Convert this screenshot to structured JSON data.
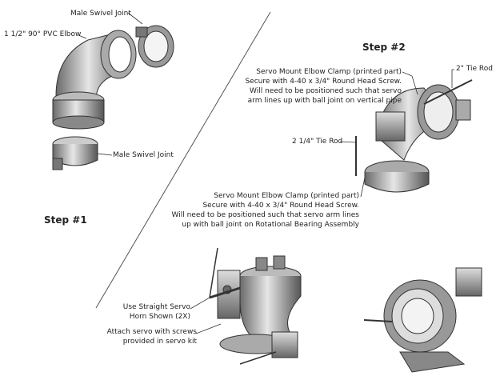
{
  "step1": {
    "title": "Step #1",
    "labels": {
      "male_swivel_top": "Male Swivel Joint",
      "pvc_elbow": "1 1/2\" 90° PVC Elbow",
      "male_swivel_bottom": "Male Swivel Joint"
    }
  },
  "step2": {
    "title": "Step #2",
    "clamp_note_upper": [
      "Servo Mount Elbow Clamp (printed part)",
      "Secure with 4-40 x 3/4\" Round Head Screw.",
      "Will need to be positioned such that servo",
      "arm lines up with ball joint on vertical pipe"
    ],
    "tie_rod_2in": "2\" Tie Rod",
    "tie_rod_2_25in": "2 1/4\" Tie Rod",
    "clamp_note_lower": [
      "Servo Mount Elbow Clamp (printed part)",
      "Secure with 4-40 x 3/4\" Round Head Screw.",
      "Will need to be positioned such that servo arm lines",
      "up with ball joint on Rotational Bearing Assembly"
    ]
  },
  "bottom": {
    "horn_note": [
      "Use Straight Servo",
      "Horn Shown (2X)"
    ],
    "screw_note": [
      "Attach servo with screws",
      "provided in servo kit"
    ]
  }
}
